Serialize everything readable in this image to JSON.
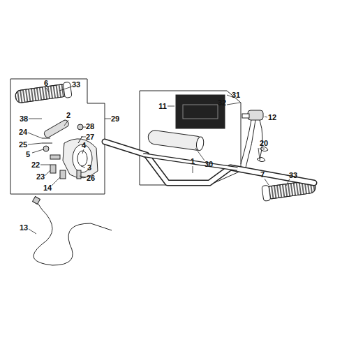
{
  "diagram": {
    "labels": [
      "6",
      "33",
      "2",
      "28",
      "27",
      "4",
      "38",
      "29",
      "24",
      "25",
      "5",
      "22",
      "23",
      "14",
      "26",
      "3",
      "11",
      "31",
      "32",
      "12",
      "30",
      "1",
      "20",
      "7",
      "33",
      "13"
    ]
  }
}
